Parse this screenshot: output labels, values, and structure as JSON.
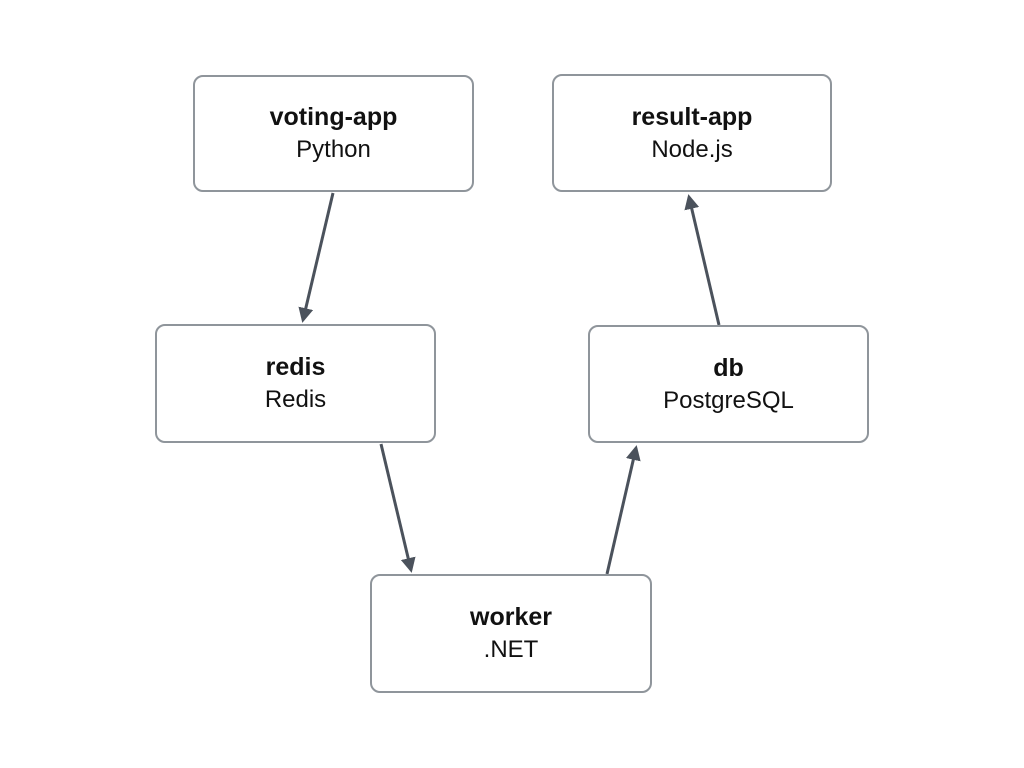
{
  "diagram": {
    "type": "architecture-diagram",
    "nodes": [
      {
        "id": "voting-app",
        "name": "voting-app",
        "tech": "Python"
      },
      {
        "id": "result-app",
        "name": "result-app",
        "tech": "Node.js"
      },
      {
        "id": "redis",
        "name": "redis",
        "tech": "Redis"
      },
      {
        "id": "db",
        "name": "db",
        "tech": "PostgreSQL"
      },
      {
        "id": "worker",
        "name": "worker",
        "tech": ".NET"
      }
    ],
    "edges": [
      {
        "from": "voting-app",
        "to": "redis"
      },
      {
        "from": "redis",
        "to": "worker"
      },
      {
        "from": "worker",
        "to": "db"
      },
      {
        "from": "db",
        "to": "result-app"
      }
    ],
    "colors": {
      "background": "#ffffff",
      "node_border": "#8f959b",
      "arrow": "#4b525c",
      "text": "#111111"
    }
  }
}
